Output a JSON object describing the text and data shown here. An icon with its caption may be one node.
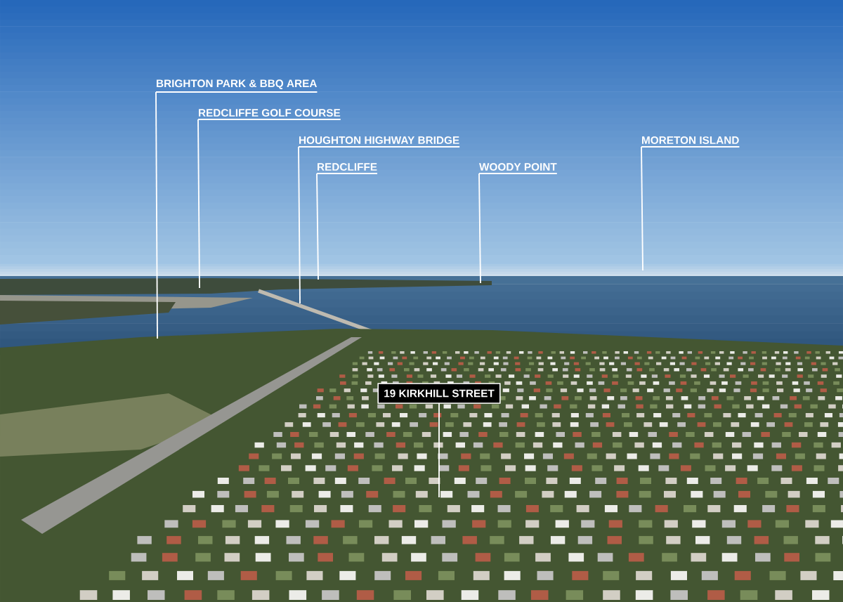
{
  "diagram": {
    "nodes": [
      {
        "text": [
          "BRIGHTON PARK & BBQ AREA"
        ]
      },
      {
        "text": [
          "REDCLIFFE GOLF COURSE"
        ]
      },
      {
        "text": [
          "HOUGHTON HIGHWAY BRIDGE"
        ]
      },
      {
        "text": [
          "REDCLIFFE"
        ]
      },
      {
        "text": [
          "WOODY POINT"
        ]
      },
      {
        "text": [
          "MORETON ISLAND"
        ]
      },
      {
        "text": [
          "19 KIRKHILL STREET"
        ]
      }
    ],
    "edges": [
      {
        "from": 0,
        "to": null,
        "arrow": "none"
      },
      {
        "from": 1,
        "to": null,
        "arrow": "none"
      },
      {
        "from": 2,
        "to": null,
        "arrow": "none"
      },
      {
        "from": 3,
        "to": null,
        "arrow": "none"
      },
      {
        "from": 4,
        "to": null,
        "arrow": "none"
      },
      {
        "from": 5,
        "to": null,
        "arrow": "none"
      },
      {
        "from": 6,
        "to": null,
        "arrow": "none"
      }
    ]
  }
}
